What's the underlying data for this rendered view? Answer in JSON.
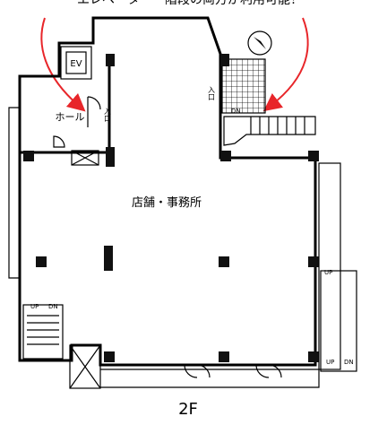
{
  "header_note": "エレベーター・階段の両方が利用可能！",
  "rooms": {
    "main": "店舗・事務所",
    "hall": "ホール",
    "elevator": "EV"
  },
  "entrance_label": "入口",
  "stair_labels": {
    "up": "UP",
    "dn": "DN"
  },
  "floor_label": "2F",
  "colors": {
    "arrow": "#e8262a",
    "wall": "#000000",
    "hatch": "#000000"
  }
}
